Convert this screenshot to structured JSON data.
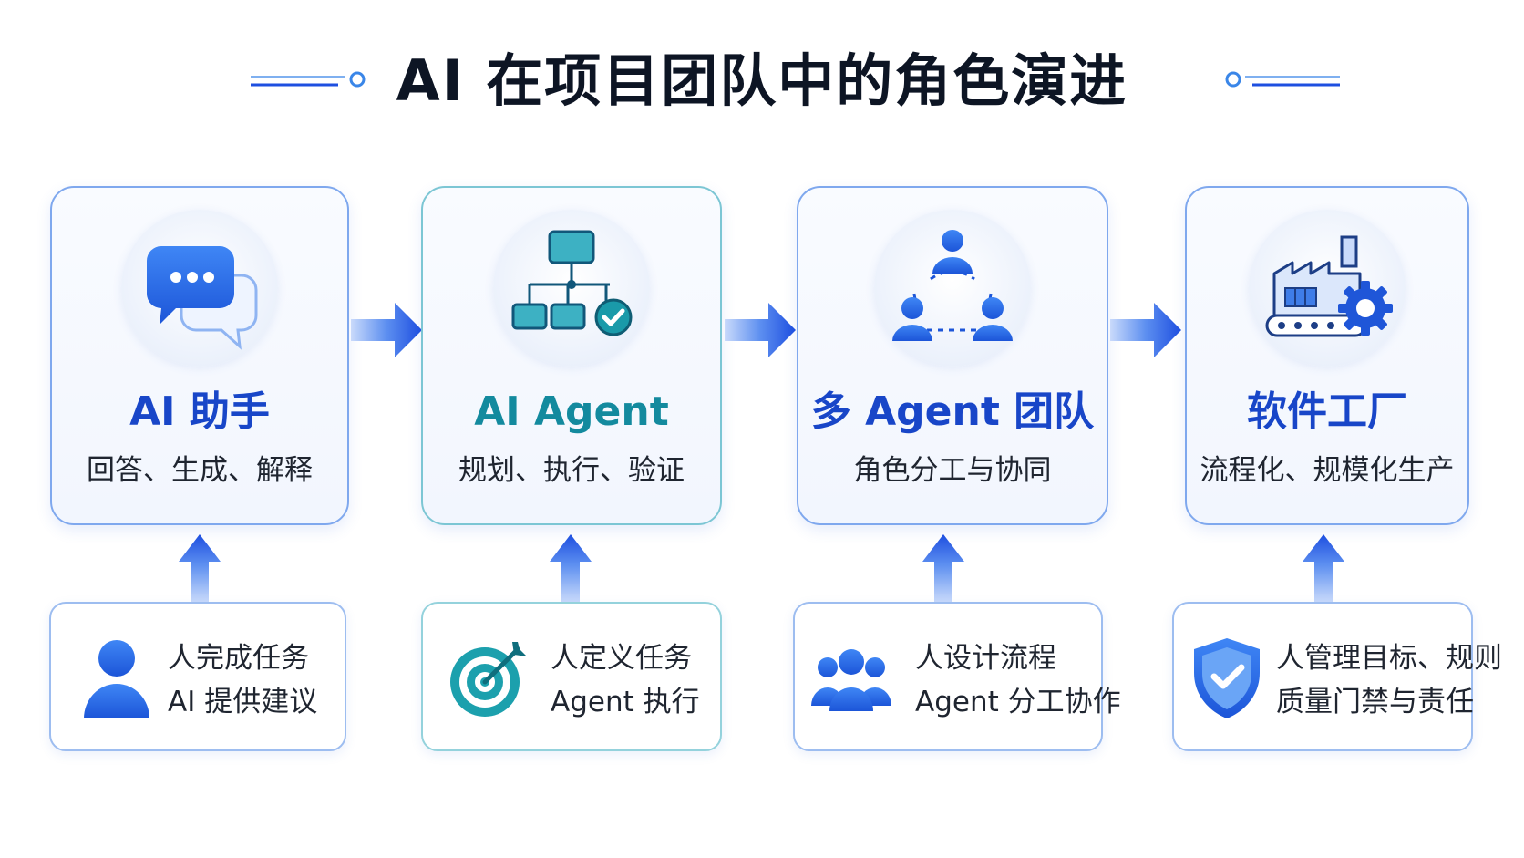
{
  "title": "AI 在项目团队中的角色演进",
  "colors": {
    "blue_accent": "#1846c8",
    "teal_accent": "#138a9e",
    "arrow_blue": "#1e4fe0",
    "title_text": "#0d1524"
  },
  "stages": [
    {
      "title": "AI 助手",
      "subtitle": "回答、生成、解释",
      "icon": "chat-bubbles-icon",
      "human_role": {
        "line1": "人完成任务",
        "line2": "AI 提供建议",
        "icon": "person-icon"
      }
    },
    {
      "title": "AI Agent",
      "subtitle": "规划、执行、验证",
      "icon": "workflow-check-icon",
      "human_role": {
        "line1": "人定义任务",
        "line2": "Agent 执行",
        "icon": "target-icon"
      }
    },
    {
      "title": "多 Agent 团队",
      "subtitle": "角色分工与协同",
      "icon": "team-network-icon",
      "human_role": {
        "line1": "人设计流程",
        "line2": "Agent 分工协作",
        "icon": "group-icon"
      }
    },
    {
      "title": "软件工厂",
      "subtitle": "流程化、规模化生产",
      "icon": "factory-gear-icon",
      "human_role": {
        "line1": "人管理目标、规则",
        "line2": "质量门禁与责任",
        "icon": "shield-check-icon"
      }
    }
  ]
}
